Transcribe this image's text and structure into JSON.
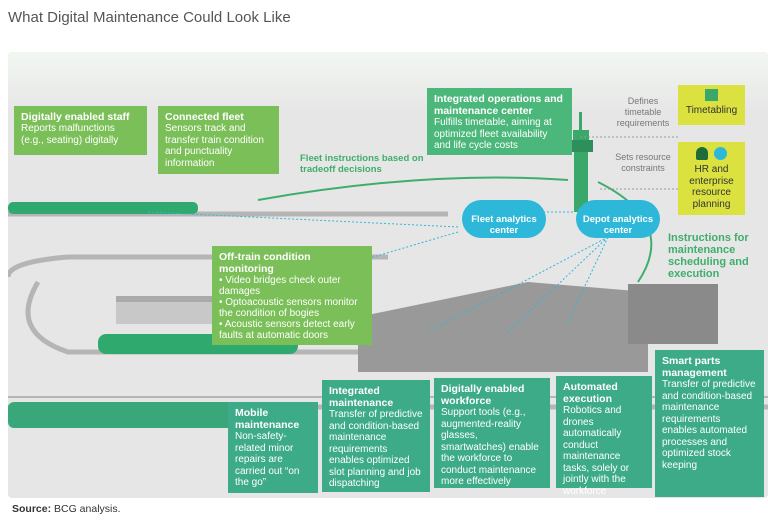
{
  "title": "What Digital Maintenance Could Look Like",
  "boxes": {
    "staff": {
      "title": "Digitally enabled staff",
      "text": "Reports malfunctions (e.g., seating) digitally"
    },
    "fleet": {
      "title": "Connected fleet",
      "text": "Sensors track and transfer train condition and punctuality information"
    },
    "ops": {
      "title": "Integrated operations and maintenance center",
      "text": "Fulfills timetable, aiming at optimized fleet availability and life cycle costs"
    },
    "timetabling": {
      "title": "Timetabling"
    },
    "hr": {
      "title": "HR and enterprise resource planning"
    },
    "offtrain": {
      "title": "Off-train condition monitoring",
      "items": [
        "Video bridges check outer damages",
        "Optoacoustic sensors monitor the condition of bogies",
        "Acoustic sensors detect early faults at automatic doors"
      ]
    },
    "mobile": {
      "title": "Mobile maintenance",
      "text": "Non-safety-related minor repairs are carried out “on the go”"
    },
    "integrated": {
      "title": "Integrated maintenance",
      "text": "Transfer of predictive and condition-based maintenance requirements enables optimized slot planning and job dispatching"
    },
    "workforce": {
      "title": "Digitally enabled workforce",
      "text": "Support tools (e.g., augmented-reality glasses, smartwatches) enable the workforce to conduct maintenance more effectively"
    },
    "automated": {
      "title": "Automated execution",
      "text": "Robotics and drones automatically conduct maintenance tasks, solely or jointly with the workforce"
    },
    "parts": {
      "title": "Smart parts management",
      "text": "Transfer of predictive and condition-based maintenance requirements enables automated processes and optimized stock keeping"
    }
  },
  "notes": {
    "timetable": "Defines timetable requirements",
    "resource": "Sets resource constraints"
  },
  "flows": {
    "fleet_instructions": "Fleet instructions based on tradeoff decisions",
    "maintenance_instructions": "Instructions for maintenance scheduling and execution"
  },
  "clouds": {
    "fleet": "Fleet analytics center",
    "depot": "Depot analytics center"
  },
  "source": {
    "label": "Source:",
    "text": "BCG analysis."
  },
  "colors": {
    "light_green": "#7bbf58",
    "teal": "#3daa88",
    "yellow": "#dbe23f",
    "cloud": "#2db8d9"
  }
}
